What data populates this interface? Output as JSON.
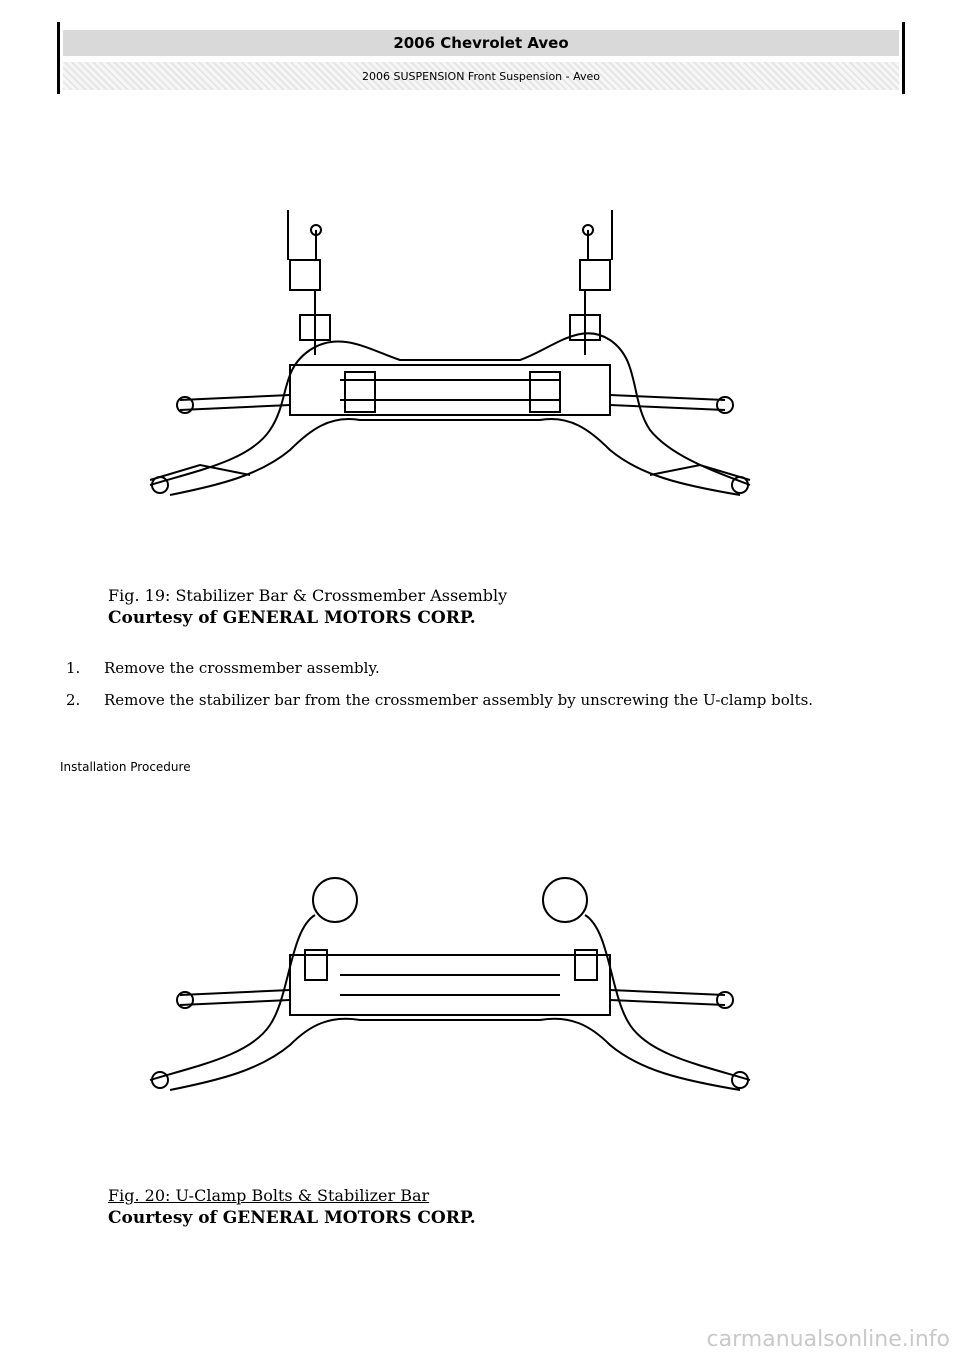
{
  "header": {
    "title": "2006 Chevrolet Aveo",
    "subtitle": "2006 SUSPENSION Front Suspension - Aveo"
  },
  "figure19": {
    "title": "Fig. 19: Stabilizer Bar & Crossmember Assembly",
    "courtesy": "Courtesy of GENERAL MOTORS CORP."
  },
  "steps": [
    {
      "num": "1.",
      "text": "Remove the crossmember assembly."
    },
    {
      "num": "2.",
      "text": "Remove the stabilizer bar from the crossmember assembly by unscrewing the U-clamp bolts."
    }
  ],
  "section_heading": "Installation Procedure",
  "figure20": {
    "title": "Fig. 20: U-Clamp Bolts & Stabilizer Bar",
    "courtesy": "Courtesy of GENERAL MOTORS CORP."
  },
  "watermark": "carmanualsonline.info"
}
